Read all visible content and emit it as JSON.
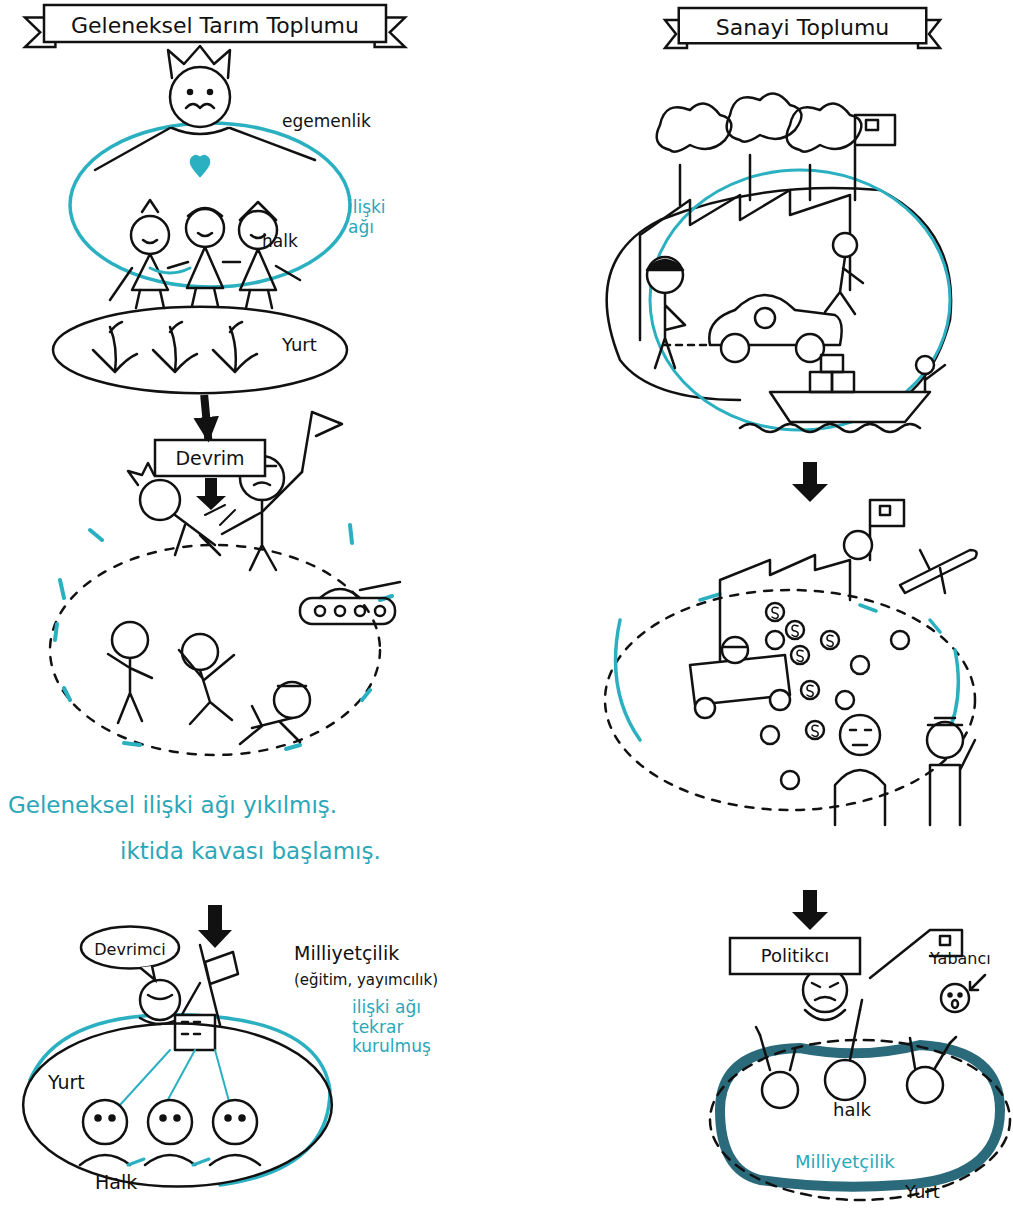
{
  "diagram": {
    "nodes": [
      {
        "text": [
          "Geleneksel Tarım Toplumu"
        ]
      },
      {
        "text": [
          "Sanayi Toplumu"
        ]
      },
      {
        "text": [
          "Yurt"
        ]
      },
      {
        "text": [
          "Devrim"
        ]
      },
      {
        "text": [
          "Devrimci"
        ]
      },
      {
        "text": [
          "Yurt",
          "Halk"
        ]
      },
      {
        "text": [
          "Politikcı"
        ]
      },
      {
        "text": [
          "halk",
          "Milliyetçilik",
          "Yurt"
        ]
      }
    ],
    "edges": [
      {
        "from": 2,
        "to": 3,
        "arrow": "to"
      }
    ],
    "labels": [
      "egemenlik",
      "ilişki ağı",
      "halk",
      "Geleneksel ilişki ağı yıkılmış.",
      "iktida kavası başlamış.",
      "Milliyetçilik",
      "(eğitim, yayımcılık)",
      "ilişki ağı tekrar kurulmuş",
      "Yabancı"
    ]
  }
}
